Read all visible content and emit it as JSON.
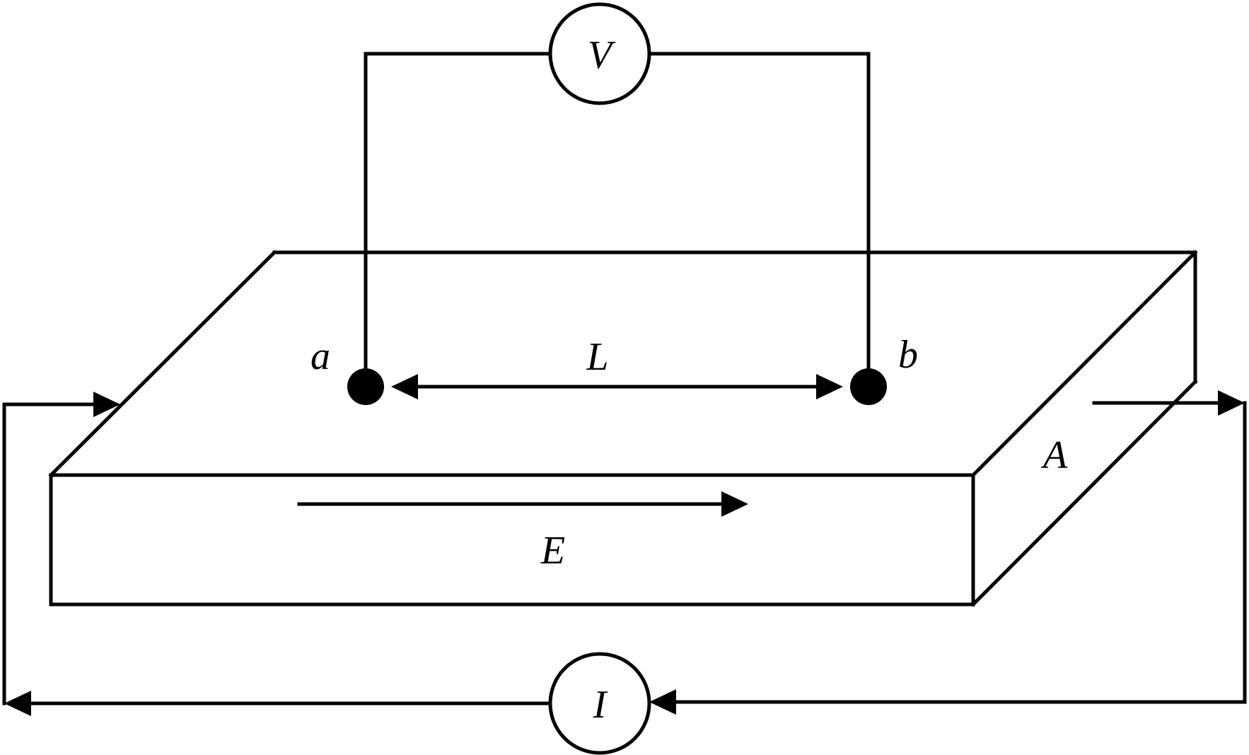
{
  "labels": {
    "voltmeter": "V",
    "ammeter": "I",
    "point_a": "a",
    "point_b": "b",
    "length": "L",
    "field": "E",
    "area": "A"
  },
  "colors": {
    "stroke": "#000000",
    "background": "#ffffff"
  },
  "icons": {
    "voltmeter": "circle-meter",
    "ammeter": "circle-meter",
    "probe": "filled-dot"
  }
}
